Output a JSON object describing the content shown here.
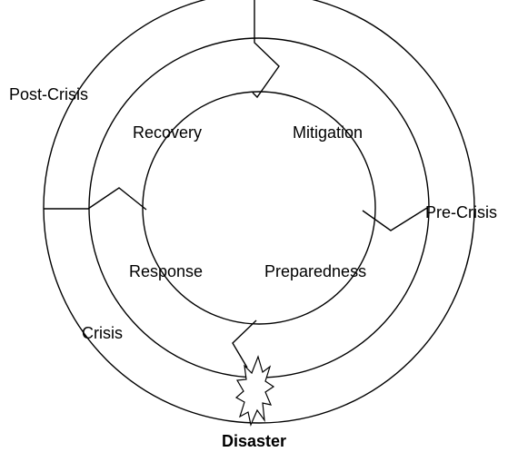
{
  "diagram": {
    "phases": {
      "post_crisis": "Post-Crisis",
      "pre_crisis": "Pre-Crisis",
      "crisis": "Crisis"
    },
    "activities": {
      "recovery": "Recovery",
      "mitigation": "Mitigation",
      "response": "Response",
      "preparedness": "Preparedness"
    },
    "event": "Disaster",
    "line_color": "#000000",
    "background": "#ffffff"
  }
}
